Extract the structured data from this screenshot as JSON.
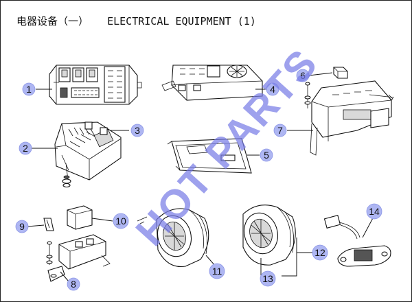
{
  "header": {
    "title": "电器设备（一）   ELECTRICAL EQUIPMENT (1)"
  },
  "watermark": {
    "text": "HOT PARTS",
    "color": "#7b80e6"
  },
  "callouts": {
    "c1": "1",
    "c2": "2",
    "c3": "3",
    "c4": "4",
    "c5": "5",
    "c6": "6",
    "c7": "7",
    "c8": "8",
    "c9": "9",
    "c10": "10",
    "c11": "11",
    "c12": "12",
    "c13": "13",
    "c14": "14"
  },
  "colors": {
    "bubble": "#aeb6f2",
    "line": "#111111"
  }
}
